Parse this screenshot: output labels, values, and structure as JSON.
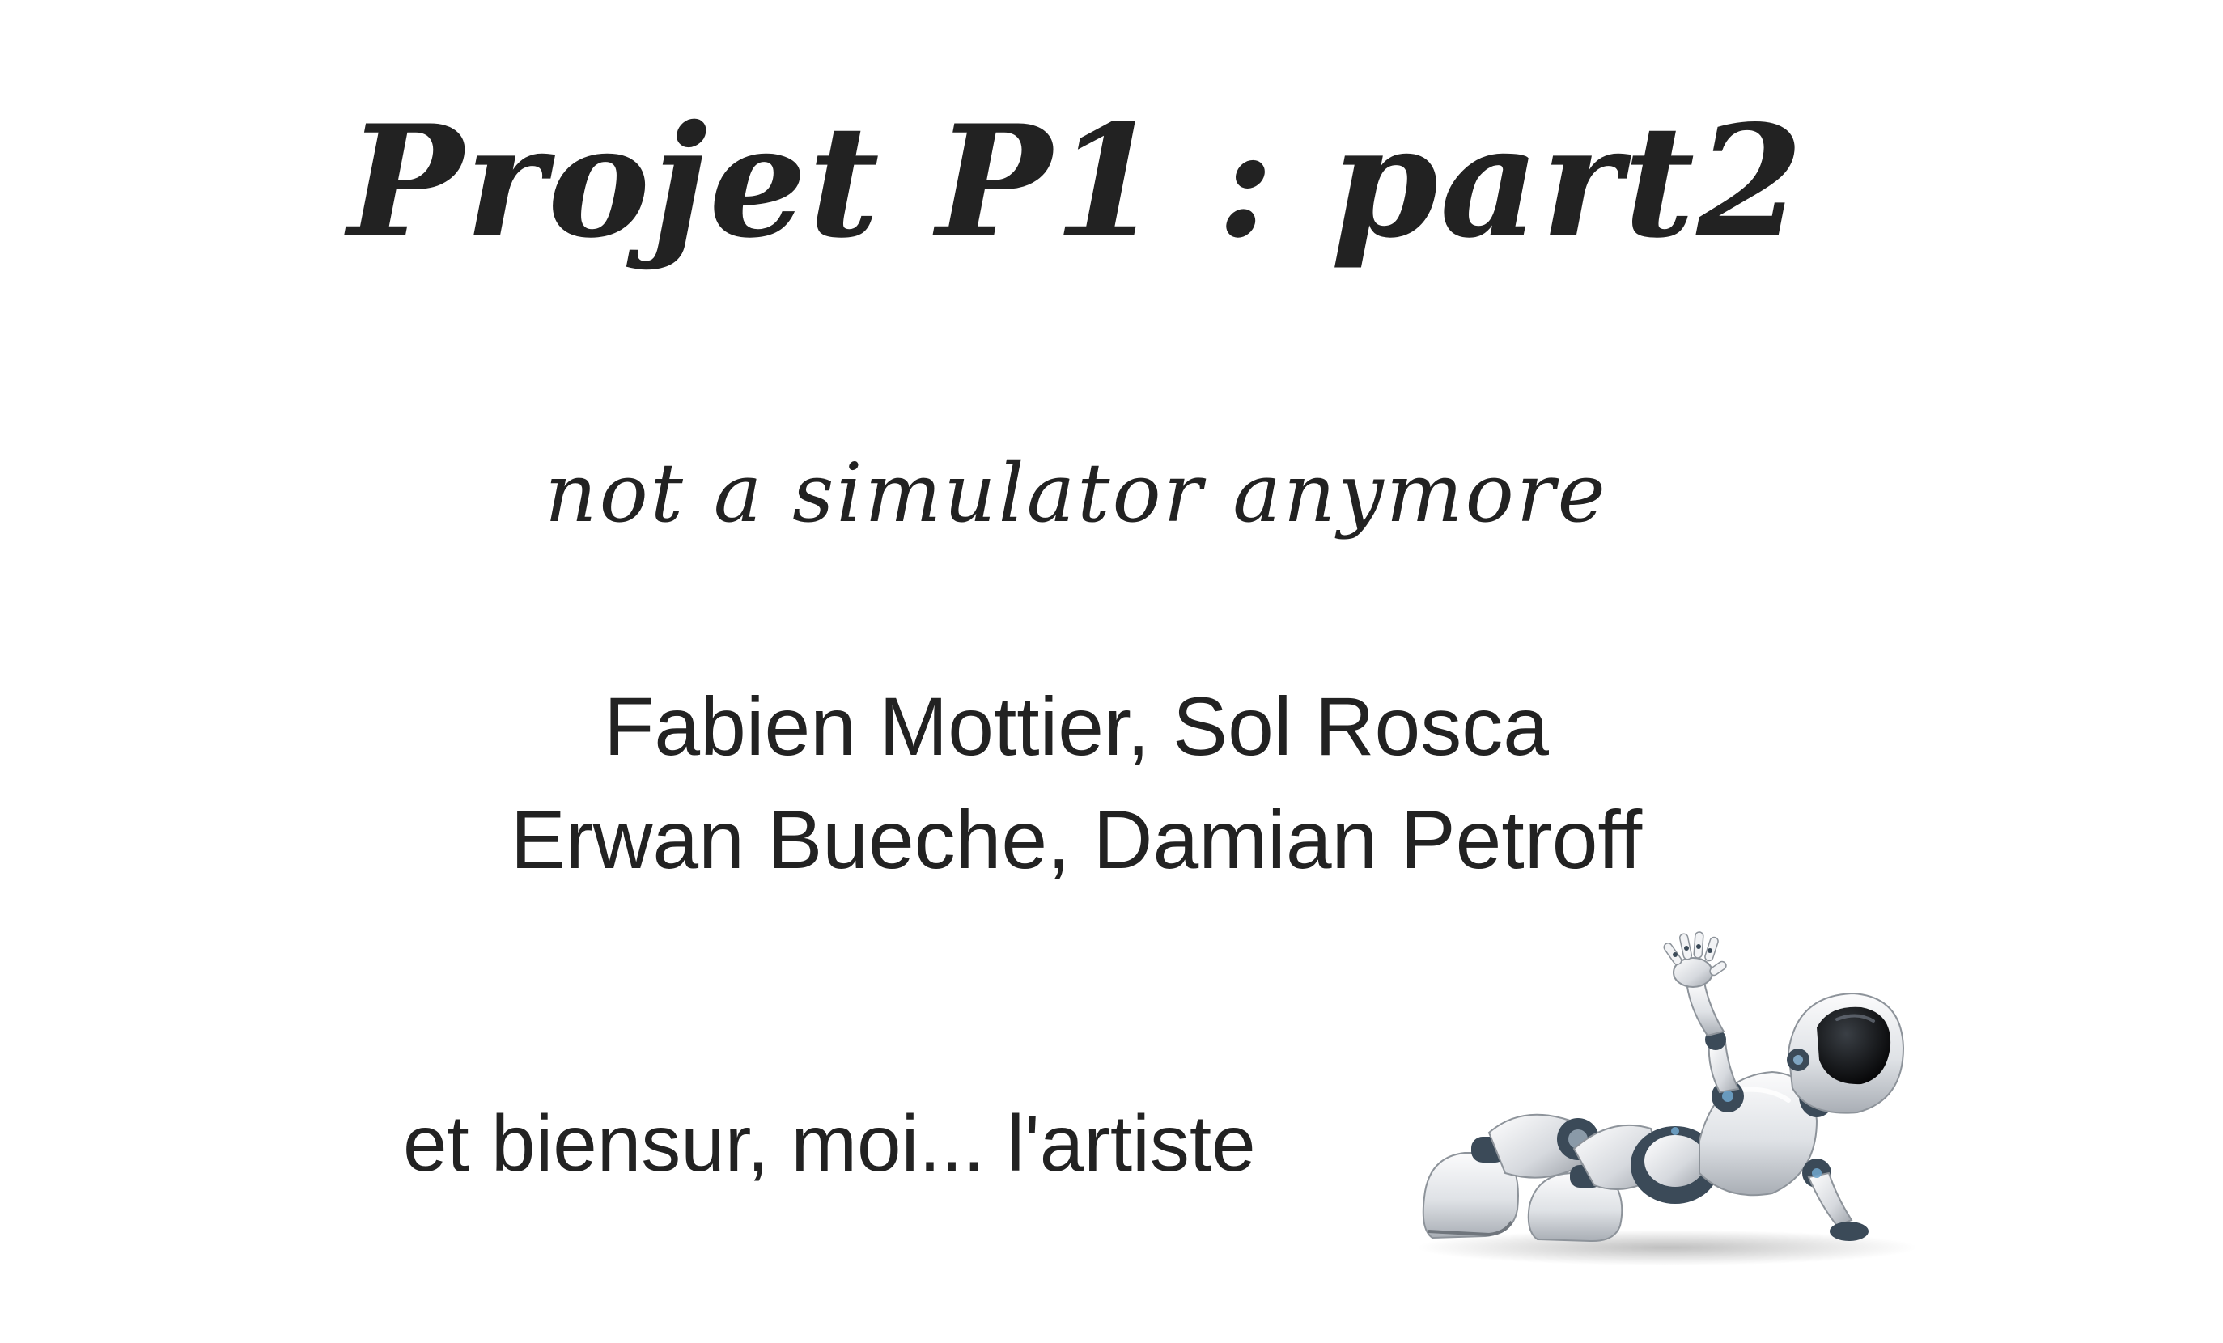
{
  "slide": {
    "title": "Projet P1 : part2",
    "subtitle": "not a simulator anymore",
    "authors": [
      "Fabien Mottier, Sol Rosca",
      "Erwan Bueche, Damian Petroff"
    ],
    "tagline": "et biensur, moi... l'artiste",
    "illustration_icon": "reclining-robot-icon"
  },
  "colors": {
    "text": "#222222",
    "background": "#ffffff",
    "robot_body": "#e6e8ec",
    "robot_joint": "#3b4a58",
    "robot_visor": "#111111"
  }
}
